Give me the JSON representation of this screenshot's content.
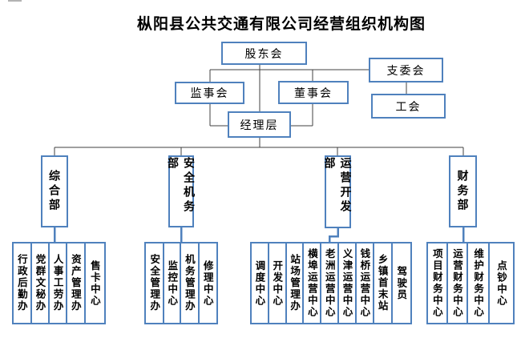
{
  "title": "枞阳县公共交通有限公司经营组织机构图",
  "nodes": {
    "shareholders": "股东会",
    "branch_committee": "支委会",
    "supervisory_board": "监事会",
    "board_of_directors": "董事会",
    "labor_union": "工会",
    "management_layer": "经理层"
  },
  "departments": [
    {
      "label": "综合部",
      "offices": [
        "行政后勤办",
        "党群文秘办",
        "人事工劳办",
        "资产管理办",
        "售卡中心"
      ]
    },
    {
      "label": "安全机务部",
      "offices": [
        "安全管理办",
        "监控中心",
        "机务管理办",
        "修理中心"
      ]
    },
    {
      "label": "运营开发部",
      "offices": [
        "调度中心",
        "开发中心",
        "站场管理办",
        "横埠运营中心",
        "老洲运营中心",
        "义津运营中心",
        "钱桥运营中心",
        "乡镇首末站",
        "驾驶员"
      ]
    },
    {
      "label": "财务部",
      "offices": [
        "项目财务中心",
        "运营财务中心",
        "维护财务中心",
        "点钞中心"
      ]
    }
  ],
  "colors": {
    "box_border": "#4F81BD",
    "connector_dark": "#404040",
    "connector_blue": "#4F81BD",
    "text": "#000000",
    "background": "#FFFFFF"
  }
}
